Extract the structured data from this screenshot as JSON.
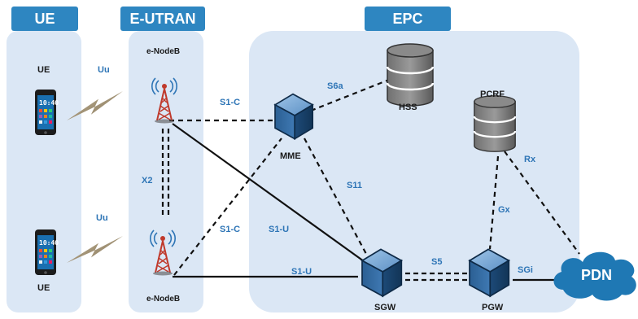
{
  "colors": {
    "header": "#2e86c1",
    "panel": "#dbe7f5",
    "link_label": "#2e75b6",
    "pdn": "#1f78b4"
  },
  "sections": {
    "ue": "UE",
    "eutran": "E-UTRAN",
    "epc": "EPC"
  },
  "nodes": {
    "ue_top": "UE",
    "ue_bottom": "UE",
    "enb_top": "e-NodeB",
    "enb_bottom": "e-NodeB",
    "mme": "MME",
    "hss": "HSS",
    "pcrf": "PCRF",
    "sgw": "SGW",
    "pgw": "PGW",
    "pdn": "PDN"
  },
  "interfaces": {
    "uu_top": "Uu",
    "uu_bottom": "Uu",
    "x2": "X2",
    "s1c_top": "S1-C",
    "s1c_bottom": "S1-C",
    "s6a": "S6a",
    "s11": "S11",
    "s1u_diag": "S1-U",
    "s1u_bottom": "S1-U",
    "s5": "S5",
    "sgi": "SGi",
    "gx": "Gx",
    "rx": "Rx"
  },
  "phone_time": "10:40",
  "icons": [
    "phone-icon",
    "cell-tower-icon",
    "router-cube-icon",
    "database-icon",
    "cloud-icon",
    "lightning-icon"
  ]
}
